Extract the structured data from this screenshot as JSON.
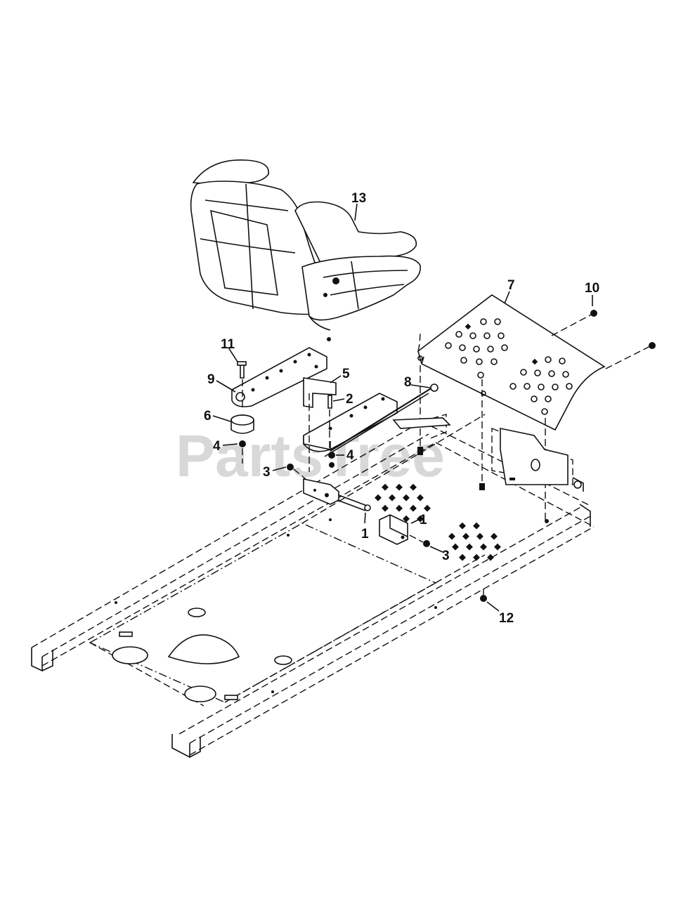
{
  "watermark": {
    "text": "PartsTree",
    "color": "#d8d8d8"
  },
  "callouts": {
    "c13": "13",
    "c7": "7",
    "c10": "10",
    "c11": "11",
    "c9": "9",
    "c5": "5",
    "c8": "8",
    "c2": "2",
    "c6": "6",
    "c4a": "4",
    "c4b": "4",
    "c3a": "3",
    "c1a": "1",
    "c1b": "1",
    "c3b": "3",
    "c12": "12"
  },
  "colors": {
    "ink": "#111111",
    "background": "#ffffff"
  }
}
